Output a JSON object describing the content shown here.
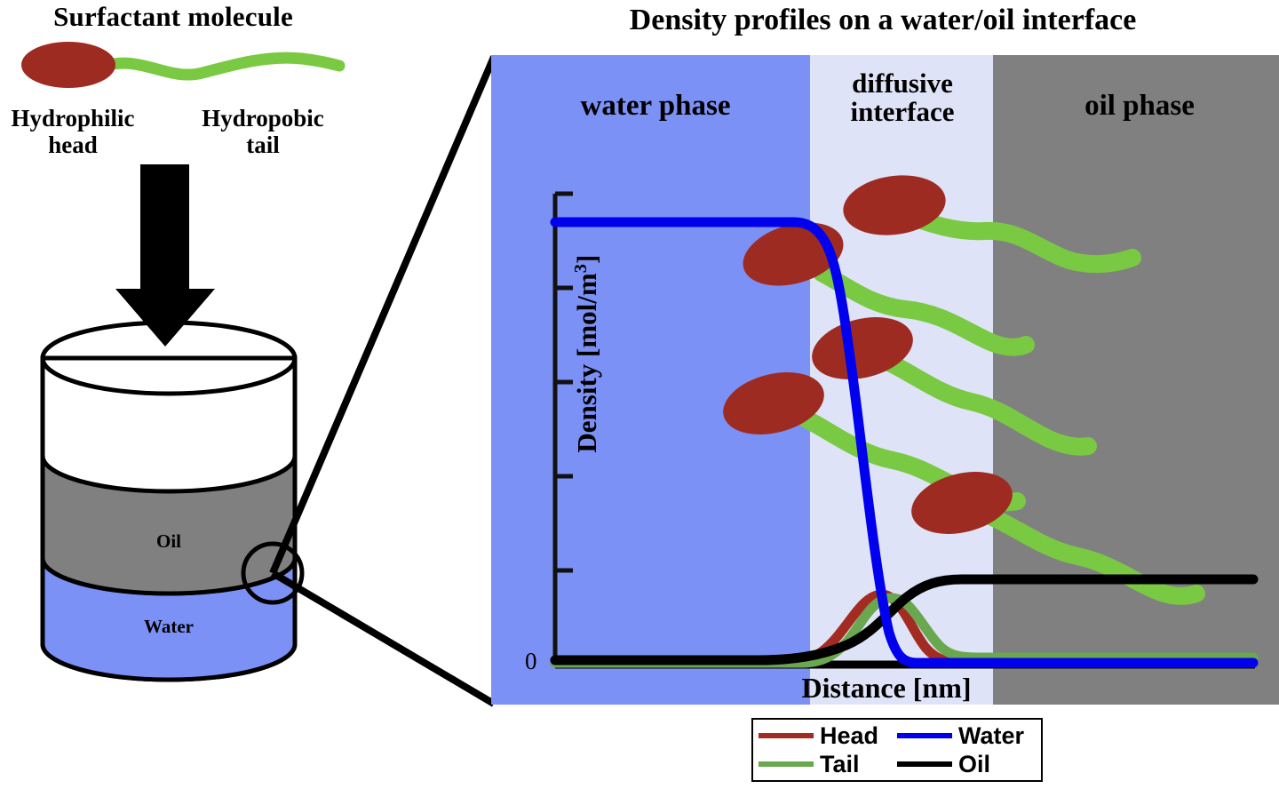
{
  "left_panel": {
    "surfactant_title": "Surfactant molecule",
    "head_label": "Hydrophilic\nhead",
    "tail_label": "Hydropobic\ntail",
    "molecule": {
      "head_icon": "surfactant-head-ellipse",
      "tail_icon": "surfactant-tail-squiggle",
      "head_color": "#9e2b22",
      "tail_color": "#7ac943"
    },
    "arrow_icon": "down-arrow-icon",
    "beaker": {
      "oil_label": "Oil",
      "water_label": "Water",
      "oil_color": "#808080",
      "water_color": "#7b91f6",
      "magnifier_icon": "magnifier-circle-icon"
    }
  },
  "chart_title": "Density profiles on a water/oil interface",
  "phases": [
    {
      "key": "water",
      "label": "water phase",
      "color": "#7b91f6"
    },
    {
      "key": "interface",
      "label": "diffusive\ninterface",
      "color": "#dfe3f7"
    },
    {
      "key": "oil",
      "label": "oil phase",
      "color": "#808080"
    }
  ],
  "axes": {
    "y_title_prefix": "Density [mol/m",
    "y_title_sup": "3",
    "y_title_suffix": "]",
    "x_title": "Distance [nm]",
    "y_zero_tick": "0"
  },
  "legend": {
    "items": [
      {
        "label": "Head",
        "color": "#a32c22"
      },
      {
        "label": "Water",
        "color": "#0000ee"
      },
      {
        "label": "Tail",
        "color": "#6aa84f"
      },
      {
        "label": "Oil",
        "color": "#000000"
      }
    ]
  },
  "chart_data": {
    "type": "line",
    "title": "Density profiles on a water/oil interface",
    "xlabel": "Distance [nm]",
    "ylabel": "Density [mol/m3]",
    "xlim": [
      0,
      10
    ],
    "ylim": [
      0,
      1.1
    ],
    "grid": false,
    "legend_position": "below-right",
    "x": [
      0,
      0.5,
      1,
      1.5,
      2,
      2.5,
      3,
      3.5,
      4,
      4.2,
      4.4,
      4.6,
      4.8,
      5,
      5.2,
      5.4,
      5.6,
      5.8,
      6,
      6.2,
      6.4,
      6.6,
      7,
      7.5,
      8,
      8.5,
      9,
      9.5,
      10
    ],
    "series": [
      {
        "name": "Water",
        "color": "#0000ee",
        "values": [
          1.0,
          1.0,
          1.0,
          1.0,
          1.0,
          1.0,
          1.0,
          1.0,
          1.0,
          0.99,
          0.96,
          0.89,
          0.78,
          0.62,
          0.44,
          0.26,
          0.12,
          0.04,
          0.0,
          0.0,
          0.0,
          0.0,
          0.0,
          0.0,
          0.0,
          0.0,
          0.0,
          0.0,
          0.0
        ]
      },
      {
        "name": "Oil",
        "color": "#000000",
        "values": [
          0.0,
          0.0,
          0.0,
          0.0,
          0.0,
          0.0,
          0.0,
          0.005,
          0.01,
          0.015,
          0.02,
          0.03,
          0.05,
          0.085,
          0.13,
          0.155,
          0.165,
          0.168,
          0.17,
          0.17,
          0.17,
          0.17,
          0.17,
          0.17,
          0.17,
          0.17,
          0.17,
          0.17,
          0.17
        ]
      },
      {
        "name": "Head",
        "color": "#a32c22",
        "values": [
          0.0,
          0.0,
          0.0,
          0.0,
          0.0,
          0.0,
          0.0,
          0.002,
          0.01,
          0.025,
          0.05,
          0.075,
          0.085,
          0.082,
          0.07,
          0.05,
          0.03,
          0.015,
          0.006,
          0.002,
          0.0,
          0.0,
          0.0,
          0.0,
          0.0,
          0.0,
          0.0,
          0.0,
          0.0
        ]
      },
      {
        "name": "Tail",
        "color": "#6aa84f",
        "values": [
          0.0,
          0.0,
          0.0,
          0.0,
          0.0,
          0.0,
          0.0,
          0.0,
          0.002,
          0.008,
          0.025,
          0.055,
          0.075,
          0.082,
          0.082,
          0.072,
          0.05,
          0.03,
          0.018,
          0.014,
          0.013,
          0.013,
          0.013,
          0.013,
          0.013,
          0.013,
          0.013,
          0.013,
          0.013
        ]
      }
    ],
    "annotations": [
      {
        "text": "water phase",
        "region": "x<4"
      },
      {
        "text": "diffusive interface",
        "region": "4<x<6.3"
      },
      {
        "text": "oil phase",
        "region": "x>6.3"
      }
    ],
    "surfactant_markers": [
      {
        "head_x": 4.05,
        "head_y": 0.935,
        "orientation": "tail-right-down"
      },
      {
        "head_x": 4.85,
        "head_y": 1.02,
        "orientation": "tail-right-down"
      },
      {
        "head_x": 4.55,
        "head_y": 0.78,
        "orientation": "tail-right-down"
      },
      {
        "head_x": 3.9,
        "head_y": 0.62,
        "orientation": "tail-right-down"
      },
      {
        "head_x": 5.2,
        "head_y": 0.435,
        "orientation": "tail-right-down"
      }
    ]
  }
}
